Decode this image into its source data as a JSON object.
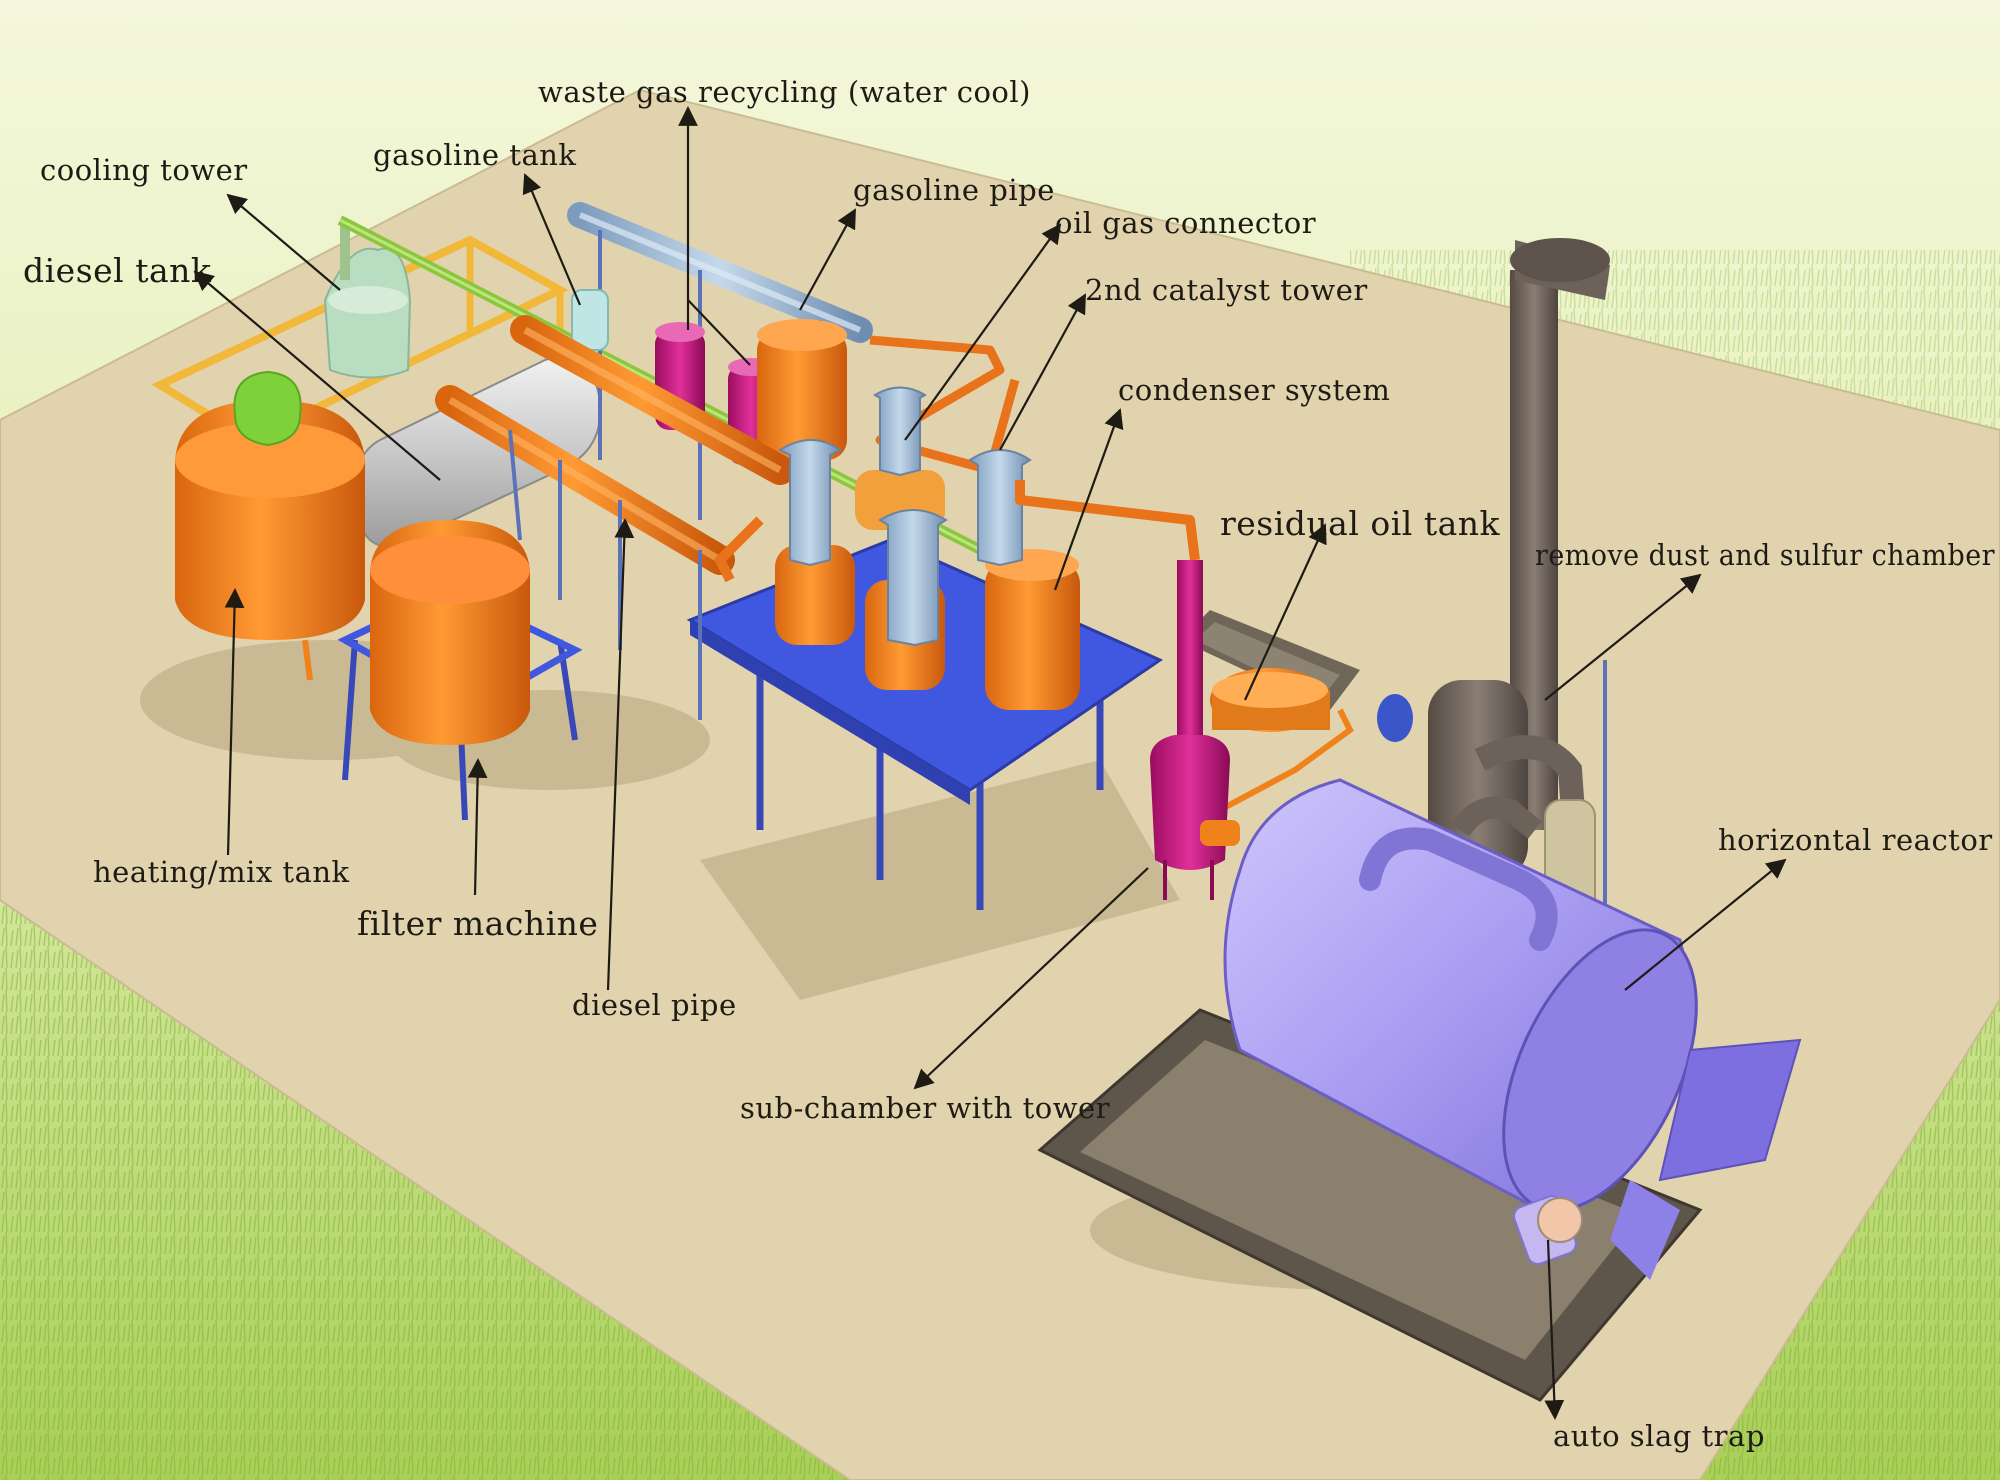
{
  "colors": {
    "grass": "#b9d86a",
    "grass_light": "#e9f1bf",
    "slab": "#e1d3ad",
    "orange": "#f0821c",
    "orange_dark": "#c45e10",
    "blue_table": "#3e55d8",
    "steel_blue": "#93b2cf",
    "magenta": "#c8137e",
    "green": "#7fd13a",
    "chimney": "#6d6259",
    "reactor": "#a99cf2",
    "leader_line": "#1d1b14"
  },
  "labels": {
    "waste_gas": "waste gas recycling (water cool)",
    "cooling_tower": "cooling tower",
    "gasoline_tank": "gasoline tank",
    "gasoline_pipe": "gasoline pipe",
    "oil_gas_connector": "oil gas connector",
    "diesel_tank": "diesel tank",
    "catalyst_tower": "2nd catalyst tower",
    "condenser_system": "condenser system",
    "residual_oil_tank": "residual oil tank",
    "dust_sulfur_chamber": "remove dust and sulfur chamber",
    "horizontal_reactor": "horizontal reactor",
    "heating_mix_tank": "heating/mix tank",
    "filter_machine": "filter machine",
    "diesel_pipe": "diesel pipe",
    "sub_chamber": "sub-chamber with tower",
    "auto_slag_trap": "auto slag trap"
  }
}
